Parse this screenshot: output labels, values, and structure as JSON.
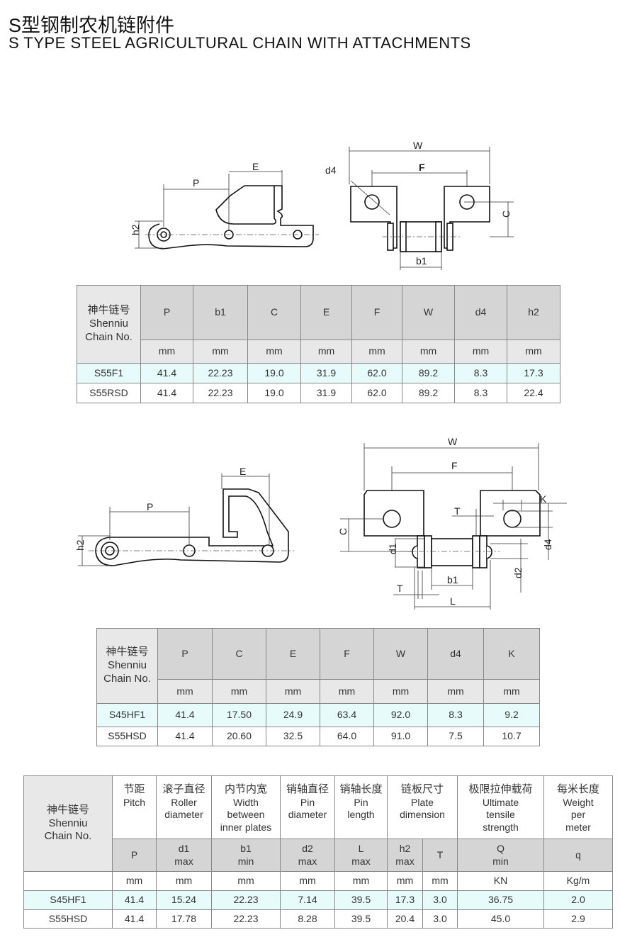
{
  "title": {
    "cn": "S型钢制农机链附件",
    "en": "S TYPE STEEL AGRICULTURAL CHAIN WITH ATTACHMENTS"
  },
  "drawing1": {
    "side": {
      "P": "P",
      "E": "E",
      "h2": "h2"
    },
    "front": {
      "W": "W",
      "F": "F",
      "d4": "d4",
      "C": "C",
      "b1": "b1"
    }
  },
  "drawing2": {
    "side": {
      "P": "P",
      "E": "E",
      "h2": "h2"
    },
    "front": {
      "W": "W",
      "F": "F",
      "T": "T",
      "K": "K",
      "C": "C",
      "d1": "d1",
      "d4": "d4",
      "b1": "b1",
      "d2": "d2",
      "L": "L"
    }
  },
  "table1": {
    "chain_no": {
      "cn": "神牛链号",
      "en1": "Shenniu",
      "en2": "Chain No."
    },
    "headers": [
      "P",
      "b1",
      "C",
      "E",
      "F",
      "W",
      "d4",
      "h2"
    ],
    "units": [
      "mm",
      "mm",
      "mm",
      "mm",
      "mm",
      "mm",
      "mm",
      "mm"
    ],
    "rows": [
      [
        "S55F1",
        "41.4",
        "22.23",
        "19.0",
        "31.9",
        "62.0",
        "89.2",
        "8.3",
        "17.3"
      ],
      [
        "S55RSD",
        "41.4",
        "22.23",
        "19.0",
        "31.9",
        "62.0",
        "89.2",
        "8.3",
        "22.4"
      ]
    ]
  },
  "table2": {
    "chain_no": {
      "cn": "神牛链号",
      "en1": "Shenniu",
      "en2": "Chain No."
    },
    "headers": [
      "P",
      "C",
      "E",
      "F",
      "W",
      "d4",
      "K"
    ],
    "units": [
      "mm",
      "mm",
      "mm",
      "mm",
      "mm",
      "mm",
      "mm"
    ],
    "rows": [
      [
        "S45HF1",
        "41.4",
        "17.50",
        "24.9",
        "63.4",
        "92.0",
        "8.3",
        "9.2"
      ],
      [
        "S55HSD",
        "41.4",
        "20.60",
        "32.5",
        "64.0",
        "91.0",
        "7.5",
        "10.7"
      ]
    ]
  },
  "table3": {
    "chain_no": {
      "cn": "神牛链号",
      "en1": "Shenniu",
      "en2": "Chain No."
    },
    "groups": [
      {
        "cn": "节距",
        "en": [
          "Pitch"
        ]
      },
      {
        "cn": "滚子直径",
        "en": [
          "Roller",
          "diameter"
        ]
      },
      {
        "cn": "内节内宽",
        "en": [
          "Width",
          "between",
          "inner plates"
        ]
      },
      {
        "cn": "销轴直径",
        "en": [
          "Pin",
          "diameter"
        ]
      },
      {
        "cn": "销轴长度",
        "en": [
          "Pin",
          "length"
        ]
      },
      {
        "cn": "链板尺寸",
        "en": [
          "Plate",
          "dimension"
        ]
      },
      {
        "cn": "极限拉伸载荷",
        "en": [
          "Ultimate",
          "tensile",
          "strength"
        ]
      },
      {
        "cn": "每米长度",
        "en": [
          "Weight",
          "per",
          "meter"
        ]
      }
    ],
    "symbols": [
      [
        "P",
        ""
      ],
      [
        "d1",
        "max"
      ],
      [
        "b1",
        "min"
      ],
      [
        "d2",
        "max"
      ],
      [
        "L",
        "max"
      ],
      [
        "h2",
        "max"
      ],
      [
        "T",
        ""
      ],
      [
        "Q",
        "min"
      ],
      [
        "q",
        ""
      ]
    ],
    "units": [
      "mm",
      "mm",
      "mm",
      "mm",
      "mm",
      "mm",
      "mm",
      "KN",
      "Kg/m"
    ],
    "rows": [
      [
        "S45HF1",
        "41.4",
        "15.24",
        "22.23",
        "7.14",
        "39.5",
        "17.3",
        "3.0",
        "36.75",
        "2.0"
      ],
      [
        "S55HSD",
        "41.4",
        "17.78",
        "22.23",
        "8.28",
        "39.5",
        "20.4",
        "3.0",
        "45.0",
        "2.9"
      ]
    ]
  }
}
